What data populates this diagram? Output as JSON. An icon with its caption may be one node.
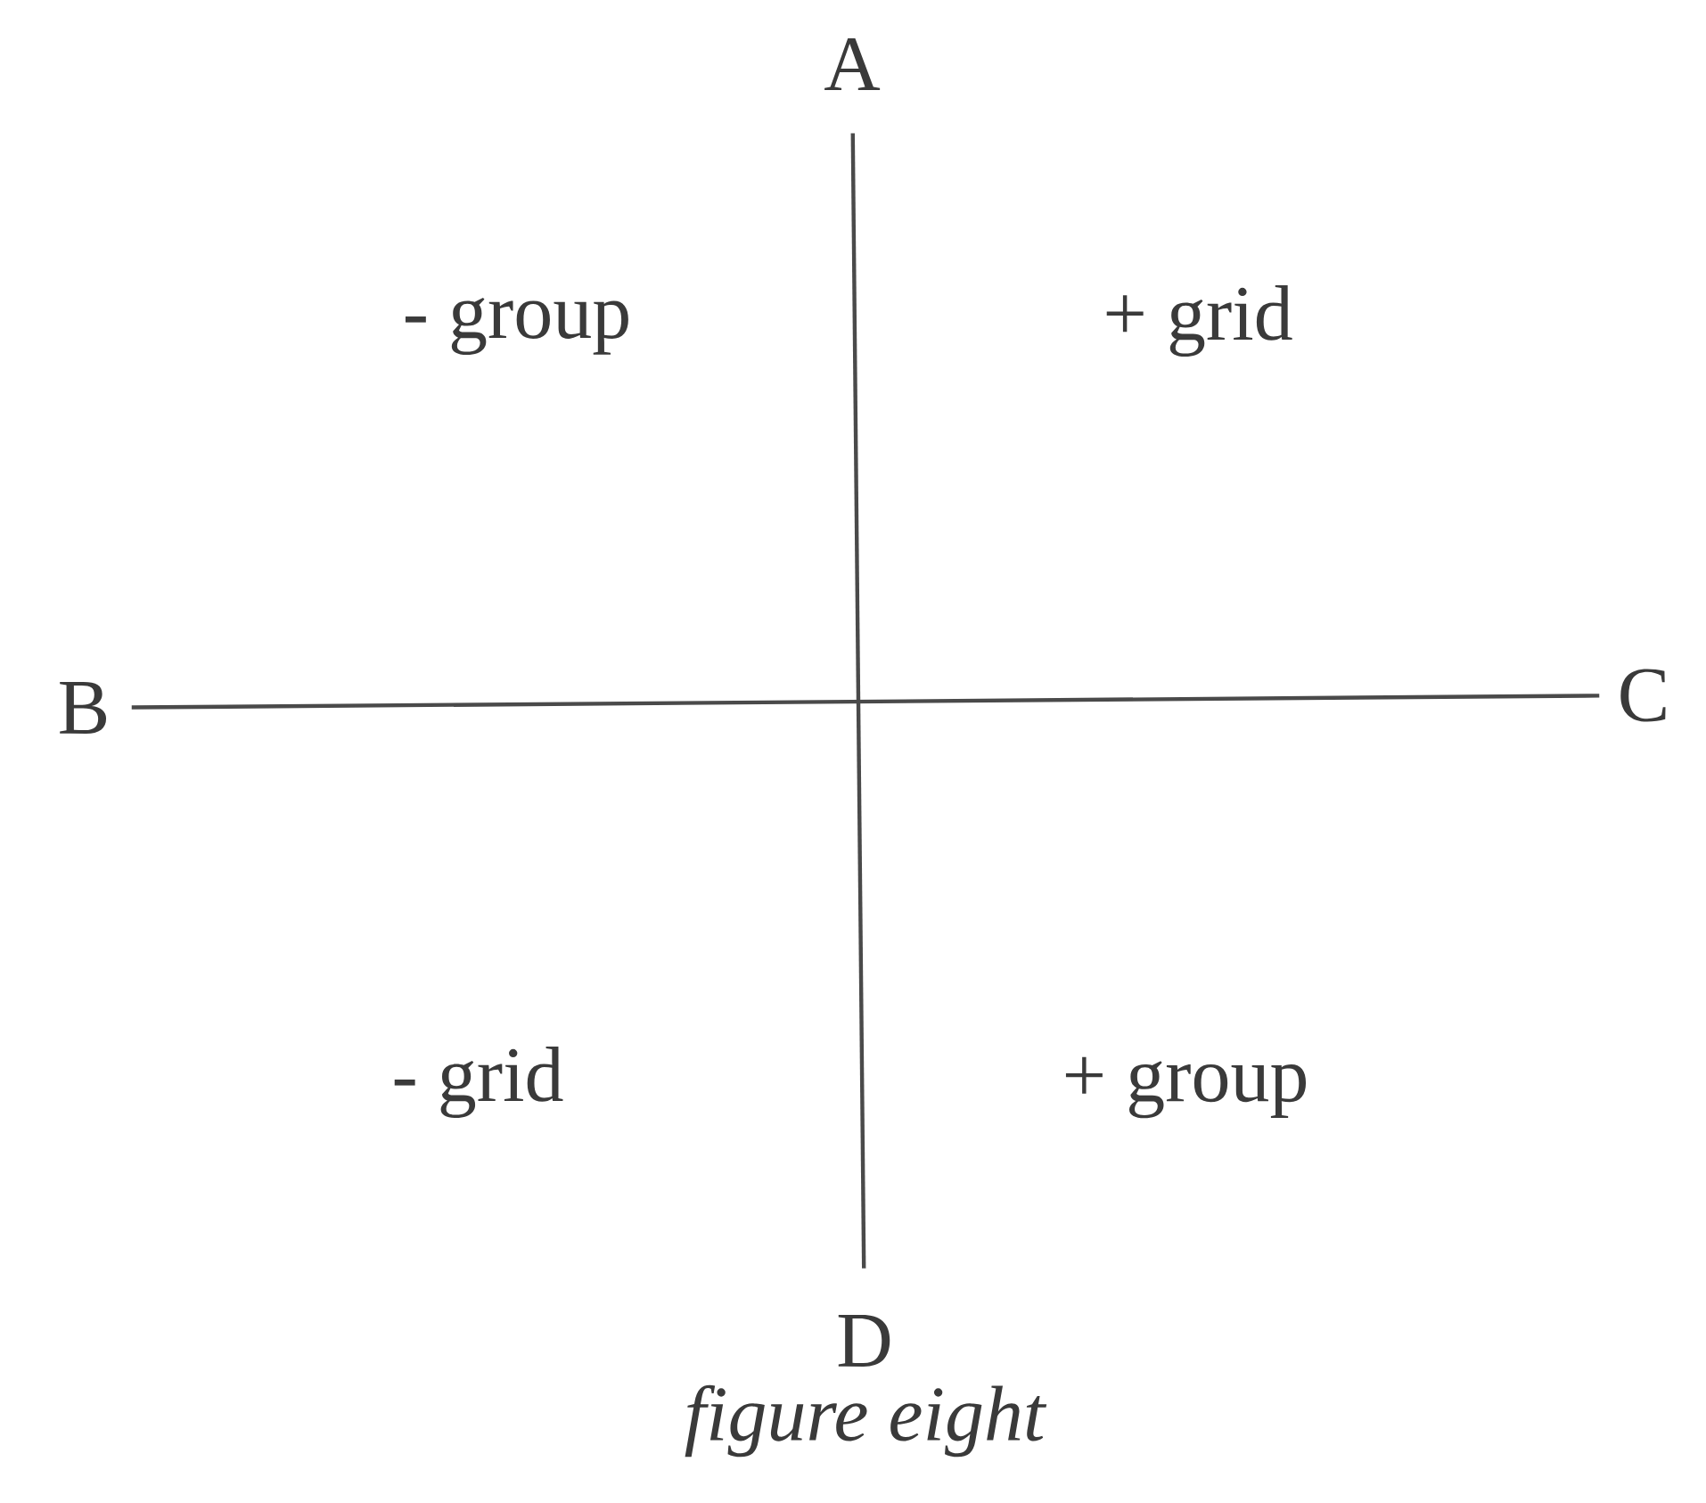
{
  "diagram": {
    "caption": "figure eight",
    "nodes": [
      {
        "text": [
          "A"
        ]
      },
      {
        "text": [
          "B"
        ]
      },
      {
        "text": [
          "C"
        ]
      },
      {
        "text": [
          "D"
        ]
      }
    ],
    "edges": [
      {
        "from": 0,
        "to": 3,
        "arrow": "none"
      },
      {
        "from": 1,
        "to": 2,
        "arrow": "none"
      }
    ],
    "labels": [
      "- group",
      "+ grid",
      "- grid",
      "+ group"
    ]
  }
}
